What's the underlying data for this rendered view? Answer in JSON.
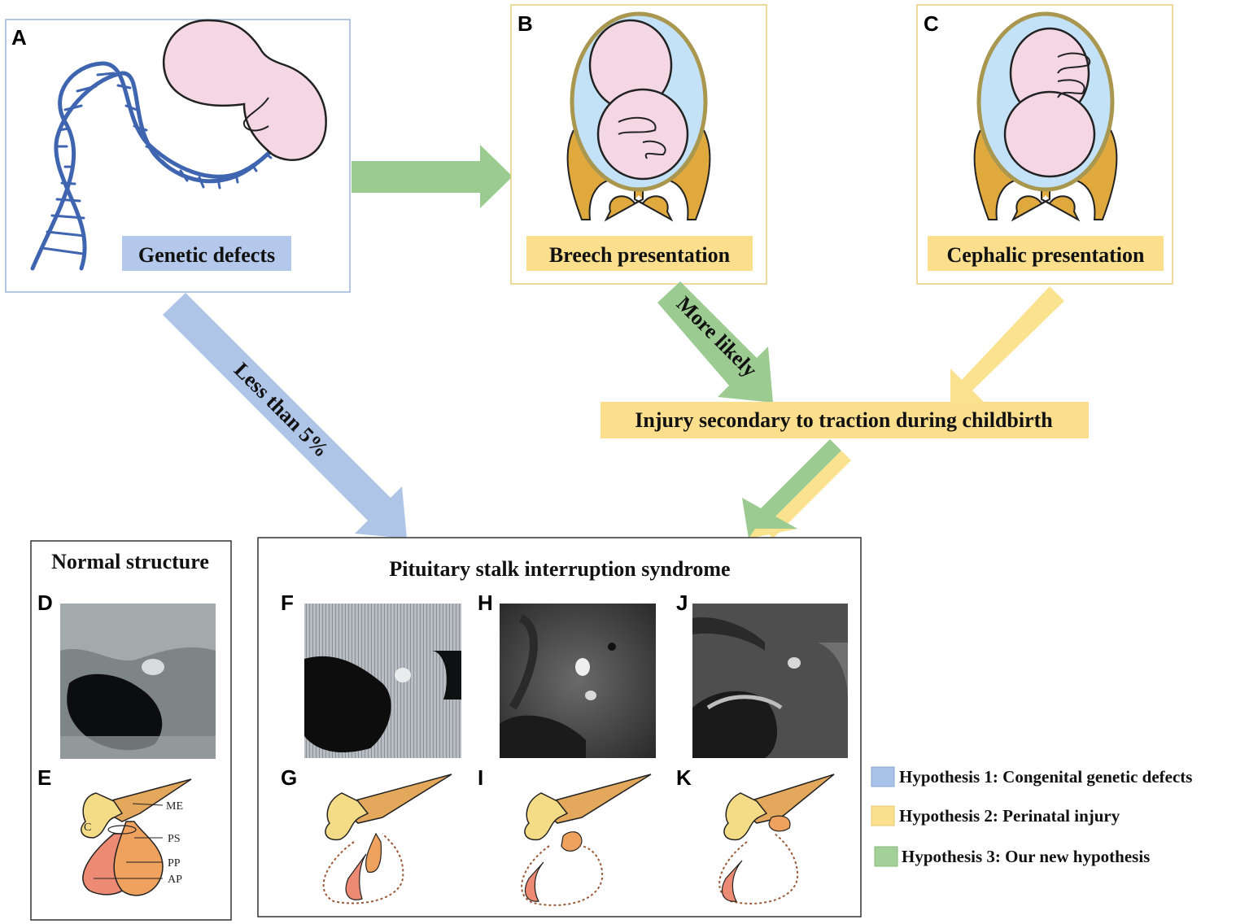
{
  "panels": {
    "A": {
      "letter": "A",
      "label": "Genetic defects"
    },
    "B": {
      "letter": "B",
      "label": "Breech presentation"
    },
    "C": {
      "letter": "C",
      "label": "Cephalic presentation"
    },
    "D": {
      "letter": "D"
    },
    "E": {
      "letter": "E"
    },
    "F": {
      "letter": "F"
    },
    "G": {
      "letter": "G"
    },
    "H": {
      "letter": "H"
    },
    "I": {
      "letter": "I"
    },
    "J": {
      "letter": "J"
    },
    "K": {
      "letter": "K"
    }
  },
  "arrows": {
    "less_than": "Less than 5%",
    "more_likely": "More likely"
  },
  "injury_box": "Injury secondary to traction during childbirth",
  "normal_title": "Normal structure",
  "psis_title": "Pituitary stalk interruption syndrome",
  "anatomy_labels": {
    "me": "ME",
    "c": "C",
    "ps": "PS",
    "pp": "PP",
    "ap": "AP"
  },
  "legend": [
    {
      "text": "Hypothesis 1: Congenital genetic defects",
      "color": "#a9c3e8"
    },
    {
      "text": "Hypothesis 2: Perinatal injury",
      "color": "#fbe08e"
    },
    {
      "text": "Hypothesis 3: Our new hypothesis",
      "color": "#a3cf98"
    }
  ],
  "colors": {
    "blue_arrow": "#aec5e8",
    "green_arrow": "#9ccb92",
    "yellow_arrow": "#fbe28f",
    "label_blue": "#b3c8ea",
    "label_yellow": "#fbdf8c",
    "dna": "#3f64b0",
    "fetus": "#f4d7e2",
    "amniotic": "#c3e2f7",
    "bone": "#e0a93d"
  }
}
